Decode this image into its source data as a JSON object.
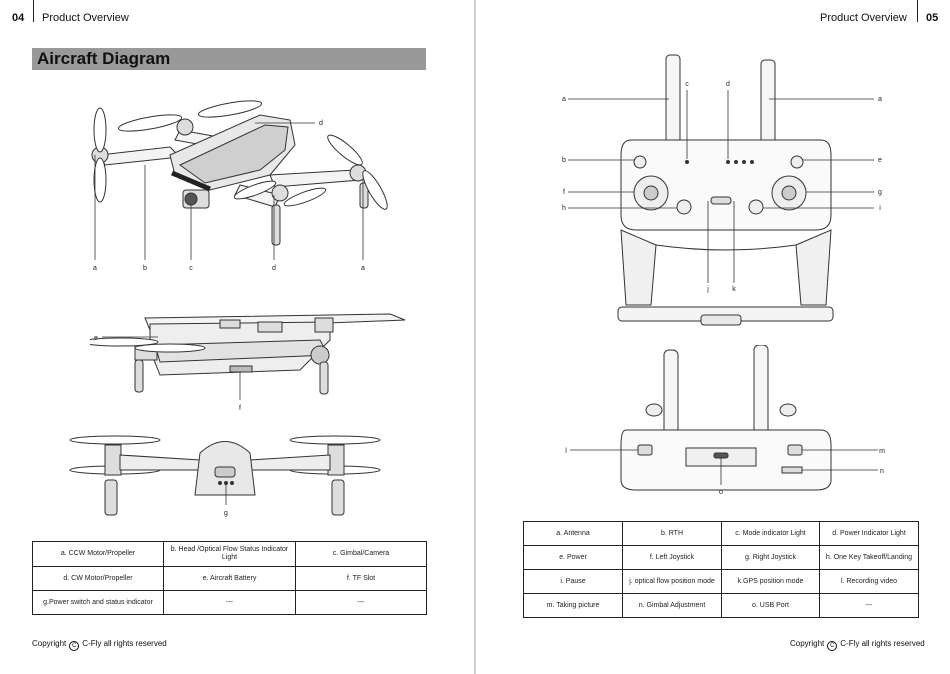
{
  "left_page": {
    "page_number": "04",
    "header_title": "Product Overview",
    "section_title": "Aircraft Diagram",
    "diagram_labels": {
      "top_a1": "a",
      "top_b": "b",
      "top_c": "c",
      "top_d": "d",
      "top_a2": "a",
      "top_d_upper": "d",
      "side_e": "e",
      "side_f": "f",
      "front_g": "g"
    },
    "table": [
      [
        "a. CCW Motor/Propeller",
        "b. Head /Optical Flow Status Indicator Light",
        "c. Gimbal/Camera"
      ],
      [
        "d. CW Motor/Propeller",
        "e. Aircraft Battery",
        "f. TF Slot"
      ],
      [
        "g.Power switch and status indicator",
        "---",
        "---"
      ]
    ],
    "copyright": "Copyright",
    "copyright_suffix": "C-Fly all rights reserved"
  },
  "right_page": {
    "page_number": "05",
    "header_title": "Product Overview",
    "diagram_labels": {
      "a_left": "a",
      "c": "c",
      "d": "d",
      "a_right": "a",
      "b": "b",
      "e": "e",
      "f": "f",
      "g": "g",
      "h": "h",
      "i": "i",
      "j": "j",
      "k": "k",
      "l": "l",
      "m": "m",
      "n": "n",
      "o": "o"
    },
    "table": [
      [
        "a. Antenna",
        "b. RTH",
        "c. Mode indicator Light",
        "d. Power Indicator Light"
      ],
      [
        "e. Power",
        "f. Left Joystick",
        "g. Right Joystick",
        "h. One Key Takeoff/Landing"
      ],
      [
        "i. Pause",
        "j. optical flow position mode",
        "k.GPS position mode",
        "l. Recording video"
      ],
      [
        "m. Taking picture",
        "n. Gimbal Adjustment",
        "o. USB Port",
        "---"
      ]
    ],
    "copyright": "Copyright",
    "copyright_suffix": "C-Fly all rights reserved"
  }
}
